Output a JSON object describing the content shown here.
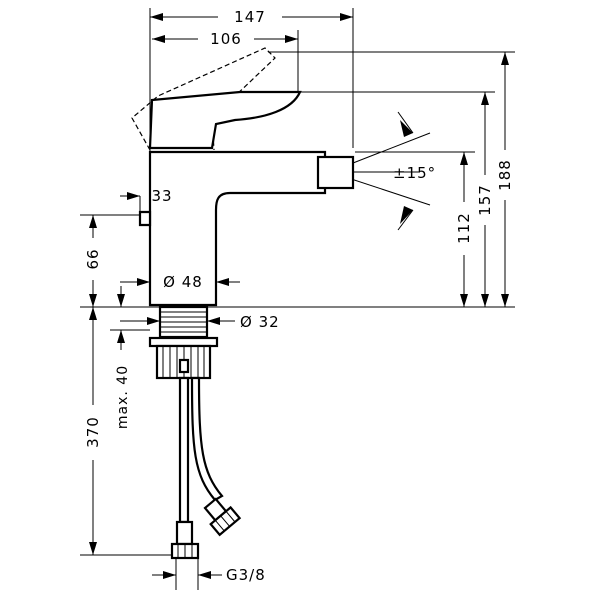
{
  "dimensions": {
    "width_total": "147",
    "spout_reach": "106",
    "height_overall": "188",
    "height_lever": "157",
    "height_outlet": "112",
    "pop_up_offset": "33",
    "body_height": "66",
    "body_diameter": "Ø 48",
    "shank_diameter": "Ø 32",
    "hose_length": "370",
    "max_thickness": "max. 40",
    "outlet_angle": "±15°",
    "connection_thread": "G3/8"
  },
  "icons": [
    "dimension-arrow-icon"
  ]
}
